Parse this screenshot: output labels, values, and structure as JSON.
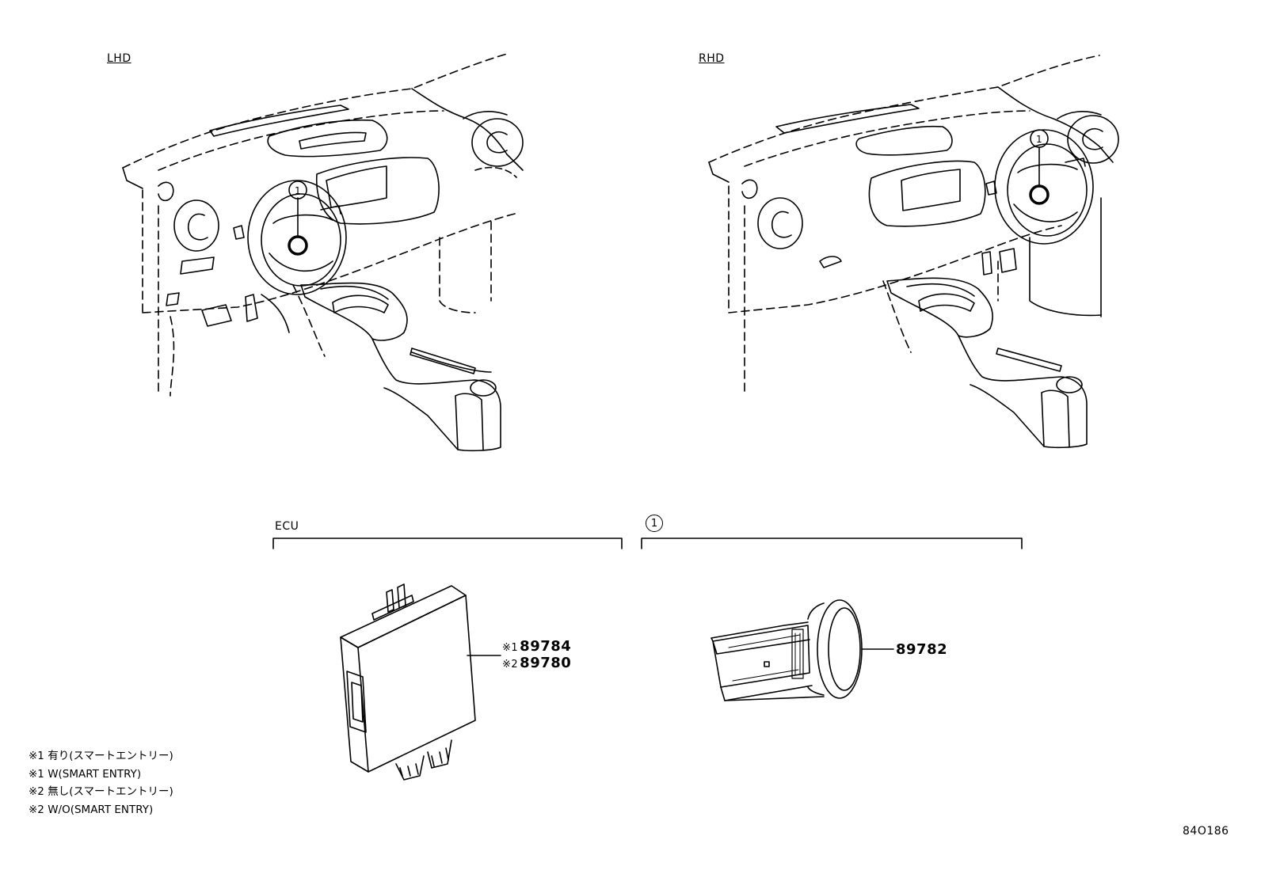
{
  "views": {
    "left_label": "LHD",
    "right_label": "RHD"
  },
  "groups": {
    "ecu_label": "ECU",
    "ref_number": "1"
  },
  "parts": {
    "ecu_note1_mark": "※1",
    "ecu_part1": "89784",
    "ecu_note2_mark": "※2",
    "ecu_part2": "89780",
    "switch_part": "89782"
  },
  "notes": [
    "※1 有り(スマートエントリー)",
    "※1 W(SMART ENTRY)",
    "※2 無し(スマートエントリー)",
    "※2 W/O(SMART ENTRY)"
  ],
  "figure_id": "84O186"
}
